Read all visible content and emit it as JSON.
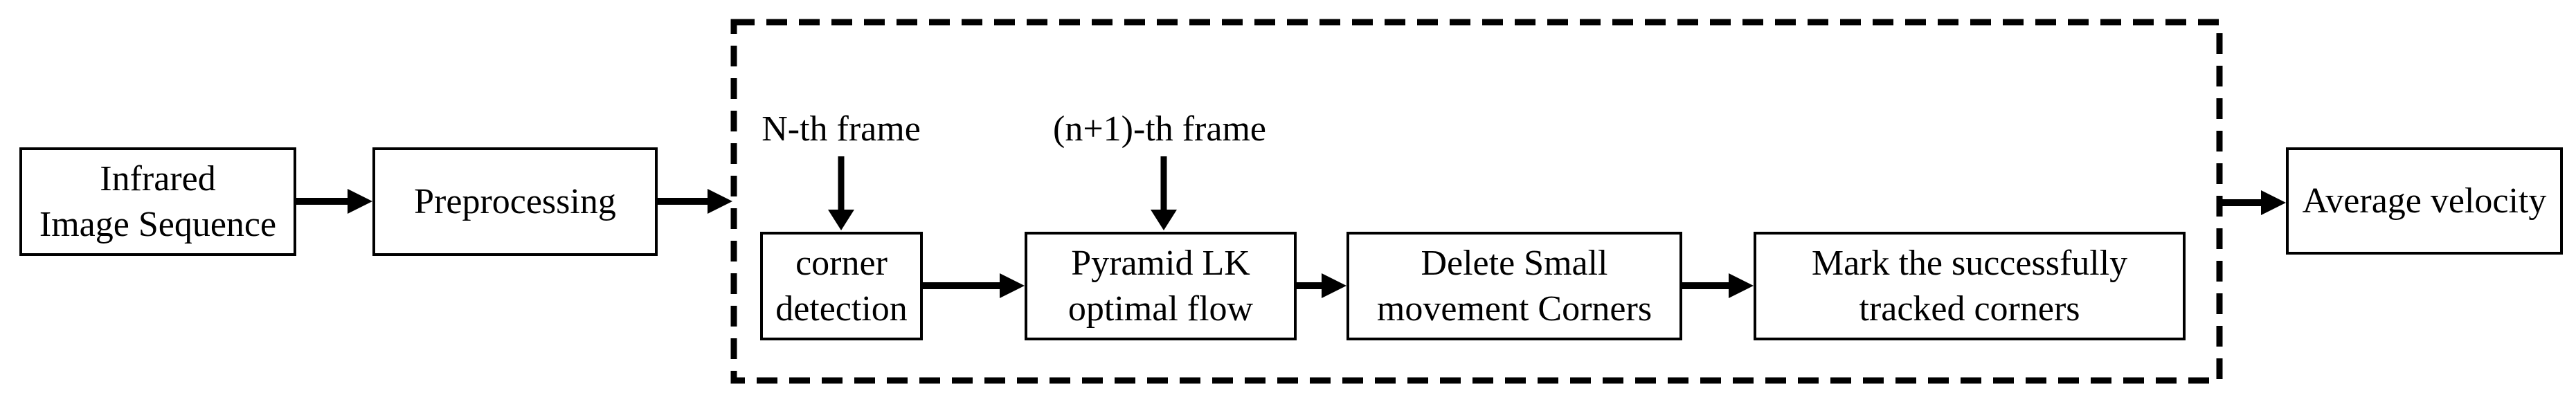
{
  "colors": {
    "ink": "#000000",
    "paper": "#ffffff"
  },
  "flowchart": {
    "nodes": {
      "infrared": {
        "label": "Infrared\nImage Sequence"
      },
      "preprocessing": {
        "label": "Preprocessing"
      },
      "corner_detection": {
        "label": "corner\ndetection"
      },
      "pyramid_lk": {
        "label": "Pyramid LK\noptimal flow"
      },
      "delete_small": {
        "label": "Delete Small\nmovement Corners"
      },
      "mark_tracked": {
        "label": "Mark the successfully\ntracked corners"
      },
      "average_velocity": {
        "label": "Average velocity"
      }
    },
    "frame_labels": {
      "nth": {
        "label": "N-th frame"
      },
      "n_plus_1": {
        "label": "(n+1)-th frame"
      }
    }
  }
}
